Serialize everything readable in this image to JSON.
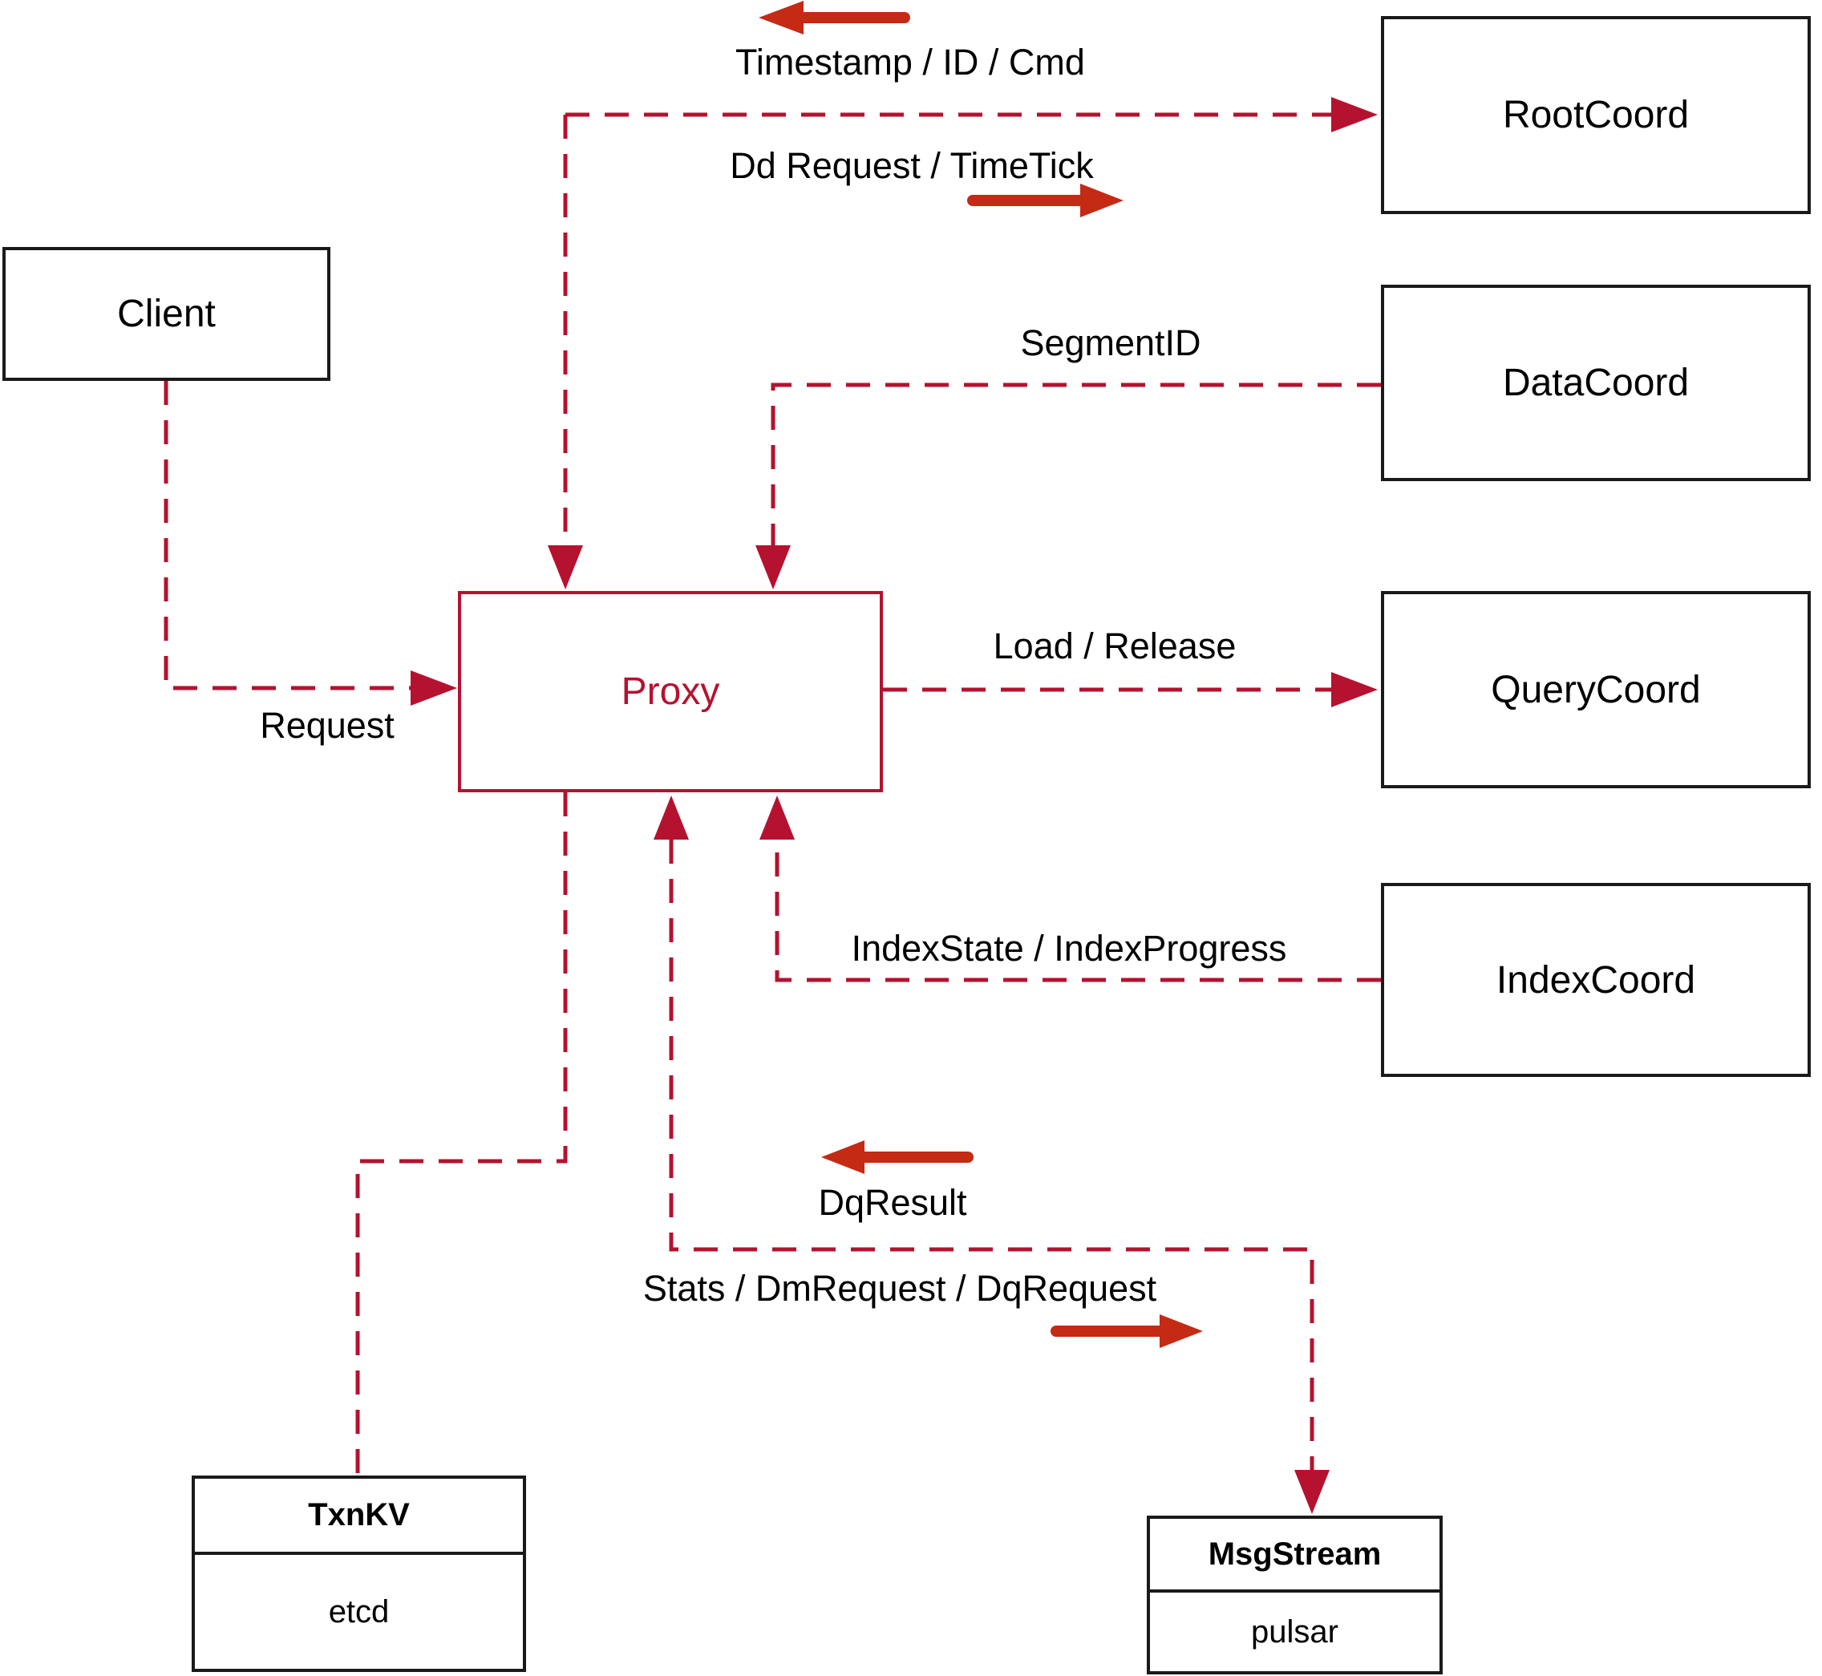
{
  "nodes": {
    "client": {
      "label": "Client"
    },
    "proxy": {
      "label": "Proxy"
    },
    "rootcoord": {
      "label": "RootCoord"
    },
    "datacoord": {
      "label": "DataCoord"
    },
    "querycoord": {
      "label": "QueryCoord"
    },
    "indexcoord": {
      "label": "IndexCoord"
    },
    "txnkv": {
      "title": "TxnKV",
      "impl": "etcd"
    },
    "msgstream": {
      "title": "MsgStream",
      "impl": "pulsar"
    }
  },
  "edge_labels": {
    "timestamp": "Timestamp / ID / Cmd",
    "dd_request": "Dd Request / TimeTick",
    "segment_id": "SegmentID",
    "load_release": "Load / Release",
    "index_state": "IndexState / IndexProgress",
    "request": "Request",
    "dq_result": "DqResult",
    "stats": "Stats / DmRequest / DqRequest"
  },
  "colors": {
    "crimson": "#b5122f",
    "arrow_red": "#c42a14",
    "box_border": "#1a1a1a",
    "background": "#ffffff"
  }
}
